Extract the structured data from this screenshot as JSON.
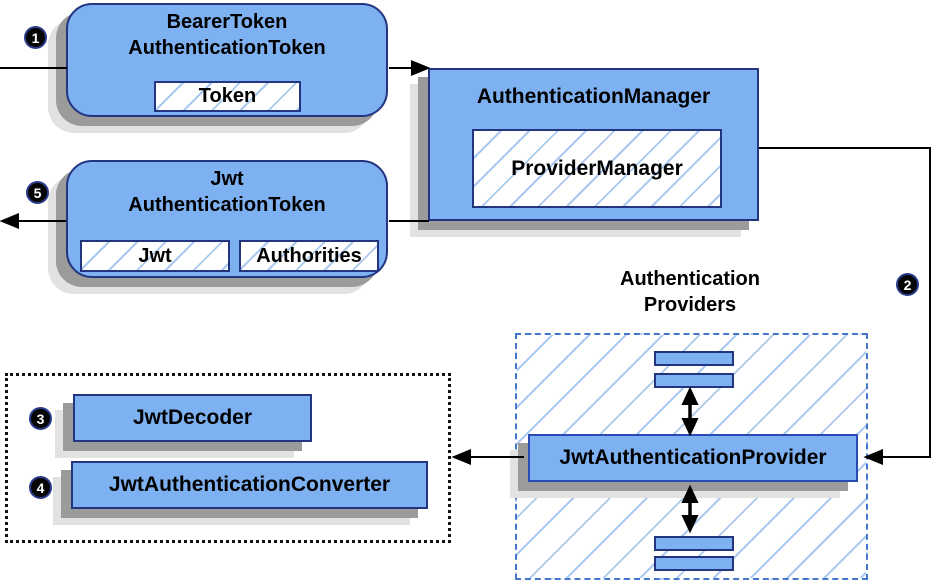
{
  "diagram": {
    "steps": {
      "s1": "1",
      "s2": "2",
      "s3": "3",
      "s4": "4",
      "s5": "5"
    },
    "bearer_token_box": {
      "line1": "BearerToken",
      "line2": "AuthenticationToken",
      "token_field": "Token"
    },
    "jwt_auth_token_box": {
      "line1": "Jwt",
      "line2": "AuthenticationToken",
      "jwt_field": "Jwt",
      "authorities_field": "Authorities"
    },
    "authentication_manager_box": {
      "title": "AuthenticationManager",
      "provider_manager_field": "ProviderManager"
    },
    "authentication_providers_group": {
      "label_line1": "Authentication",
      "label_line2": "Providers",
      "jwt_authentication_provider": "JwtAuthenticationProvider"
    },
    "converter_group": {
      "jwt_decoder": "JwtDecoder",
      "jwt_authentication_converter": "JwtAuthenticationConverter"
    },
    "colors": {
      "node_fill": "#7EB1F2",
      "node_border": "#24357F",
      "hatch_line": "#A9C9EF",
      "providers_border": "#4477CC",
      "shadow": "#9B9B9B",
      "connector": "#000000"
    }
  }
}
